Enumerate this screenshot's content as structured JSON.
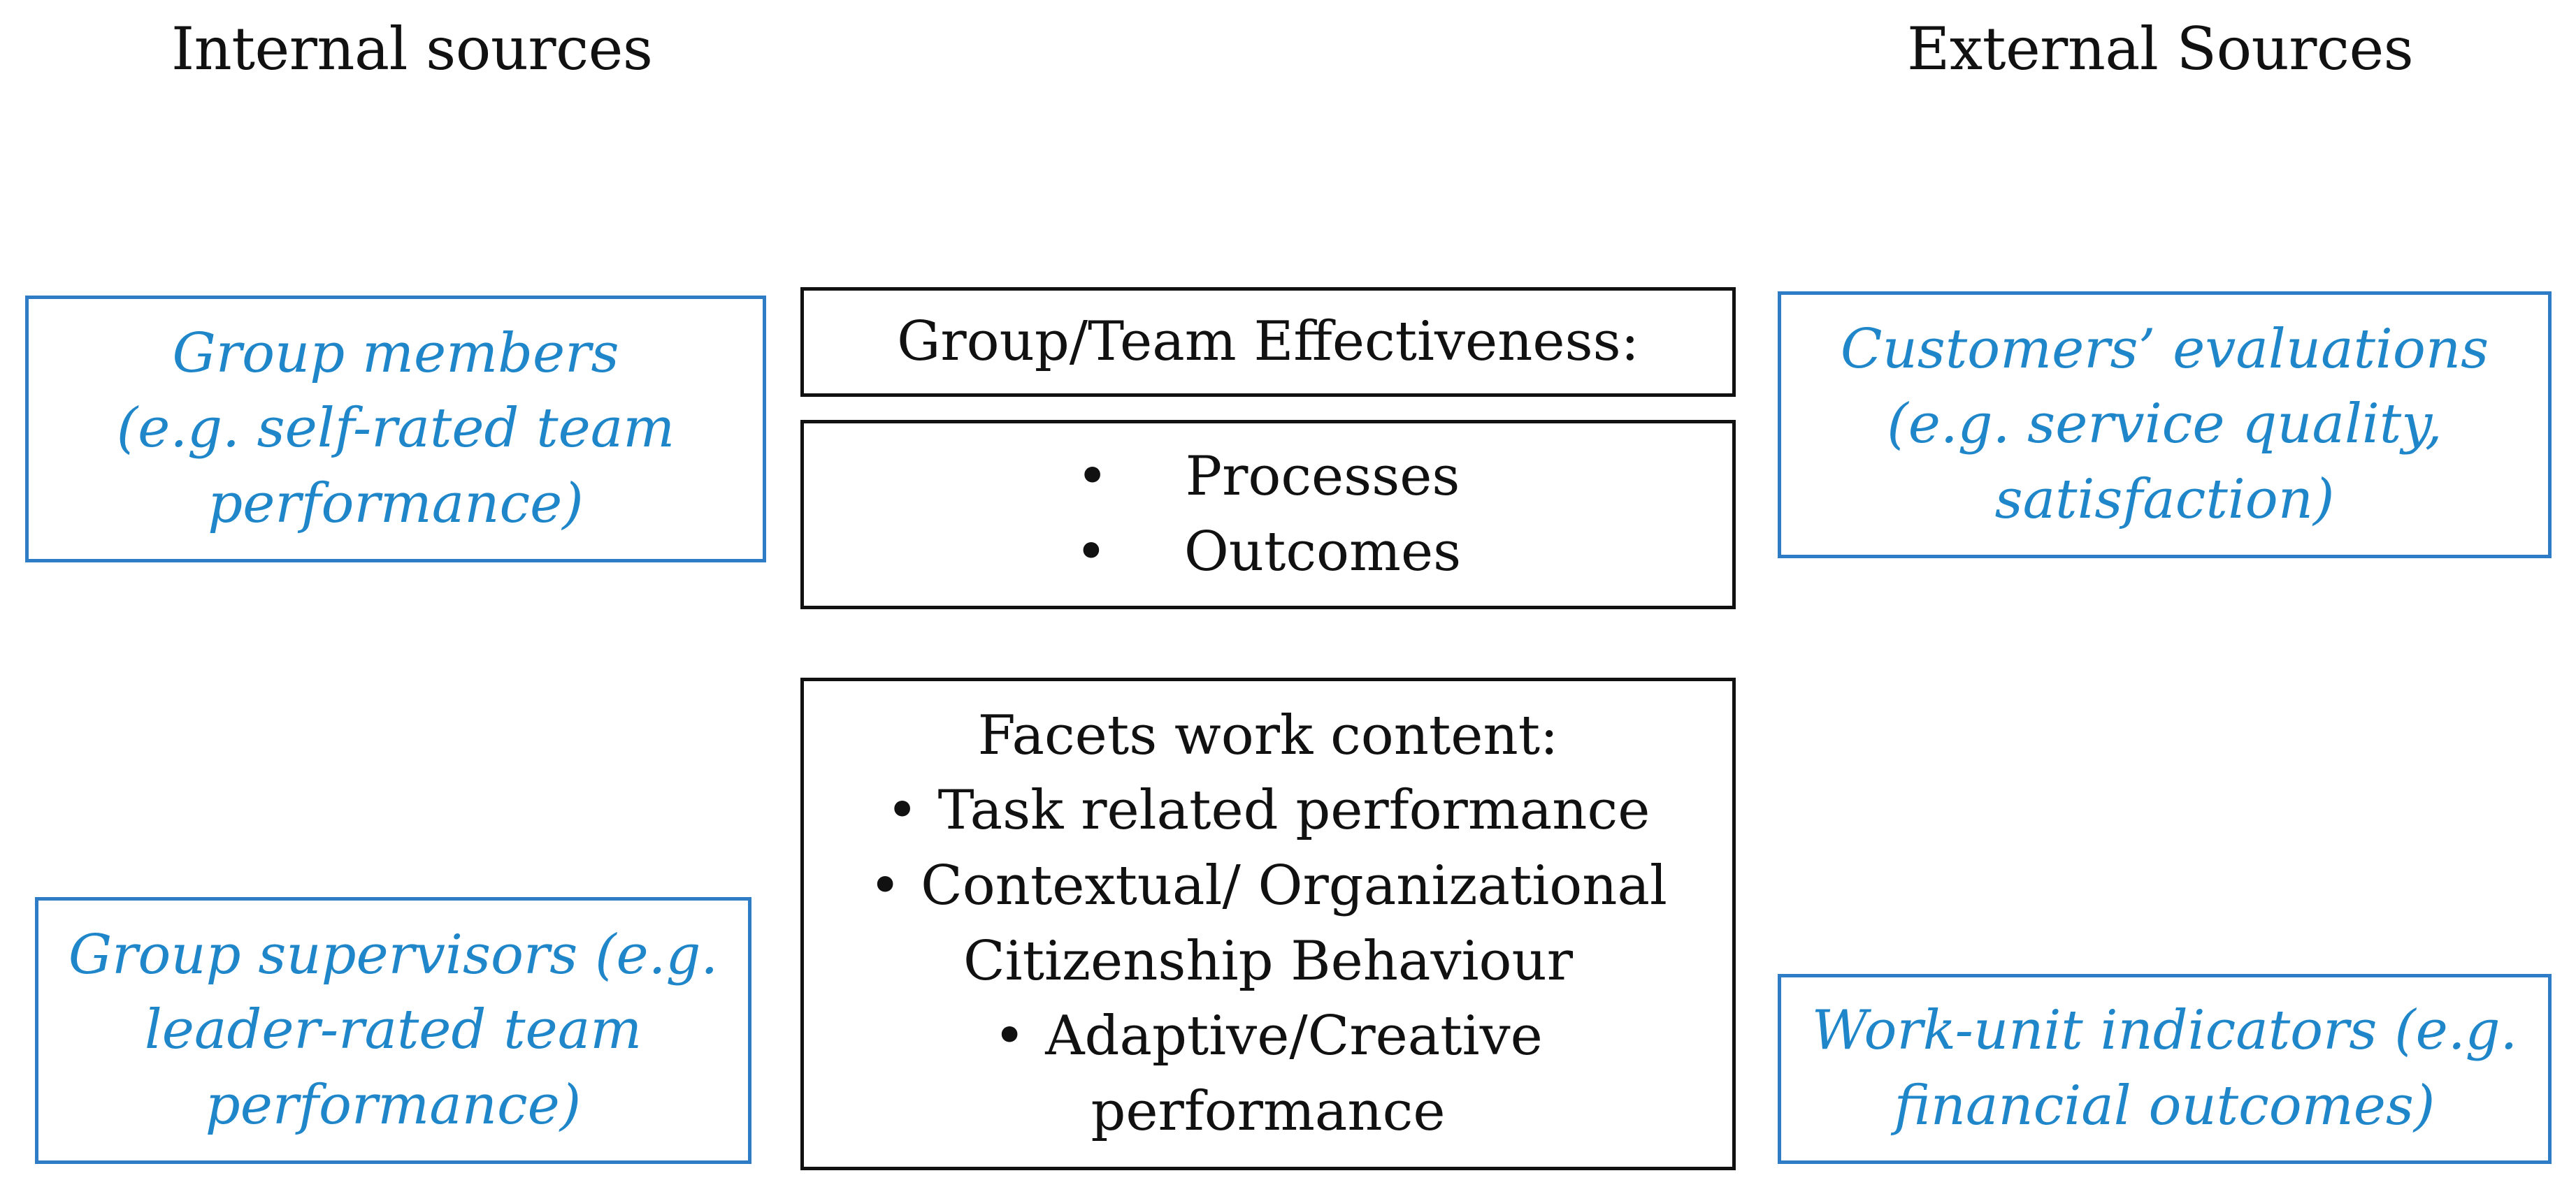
{
  "headings": {
    "internal": "Internal sources",
    "external": "External Sources"
  },
  "internal_boxes": {
    "group_members": [
      "Group members",
      "(e.g. self-rated team",
      "performance)"
    ],
    "group_supervisors": [
      "Group supervisors (e.g.",
      "leader-rated team",
      "performance)"
    ]
  },
  "external_boxes": {
    "customers": [
      "Customers’ evaluations",
      "(e.g. service quality,",
      "satisfaction)"
    ],
    "work_unit": [
      "Work-unit indicators (e.g.",
      "financial outcomes)"
    ]
  },
  "center": {
    "effectiveness_title": "Group/Team Effectiveness:",
    "effectiveness_items": [
      "Processes",
      "Outcomes"
    ],
    "facets_title": "Facets work content:",
    "facets_items": [
      [
        "Task related performance"
      ],
      [
        "Contextual/ Organizational",
        "Citizenship Behaviour"
      ],
      [
        "Adaptive/Creative",
        "performance"
      ]
    ]
  },
  "colors": {
    "source_box_border": "#2e7cc6",
    "source_text": "#1f86c9",
    "center_box_border": "#111111"
  },
  "bullet_glyph": "•"
}
